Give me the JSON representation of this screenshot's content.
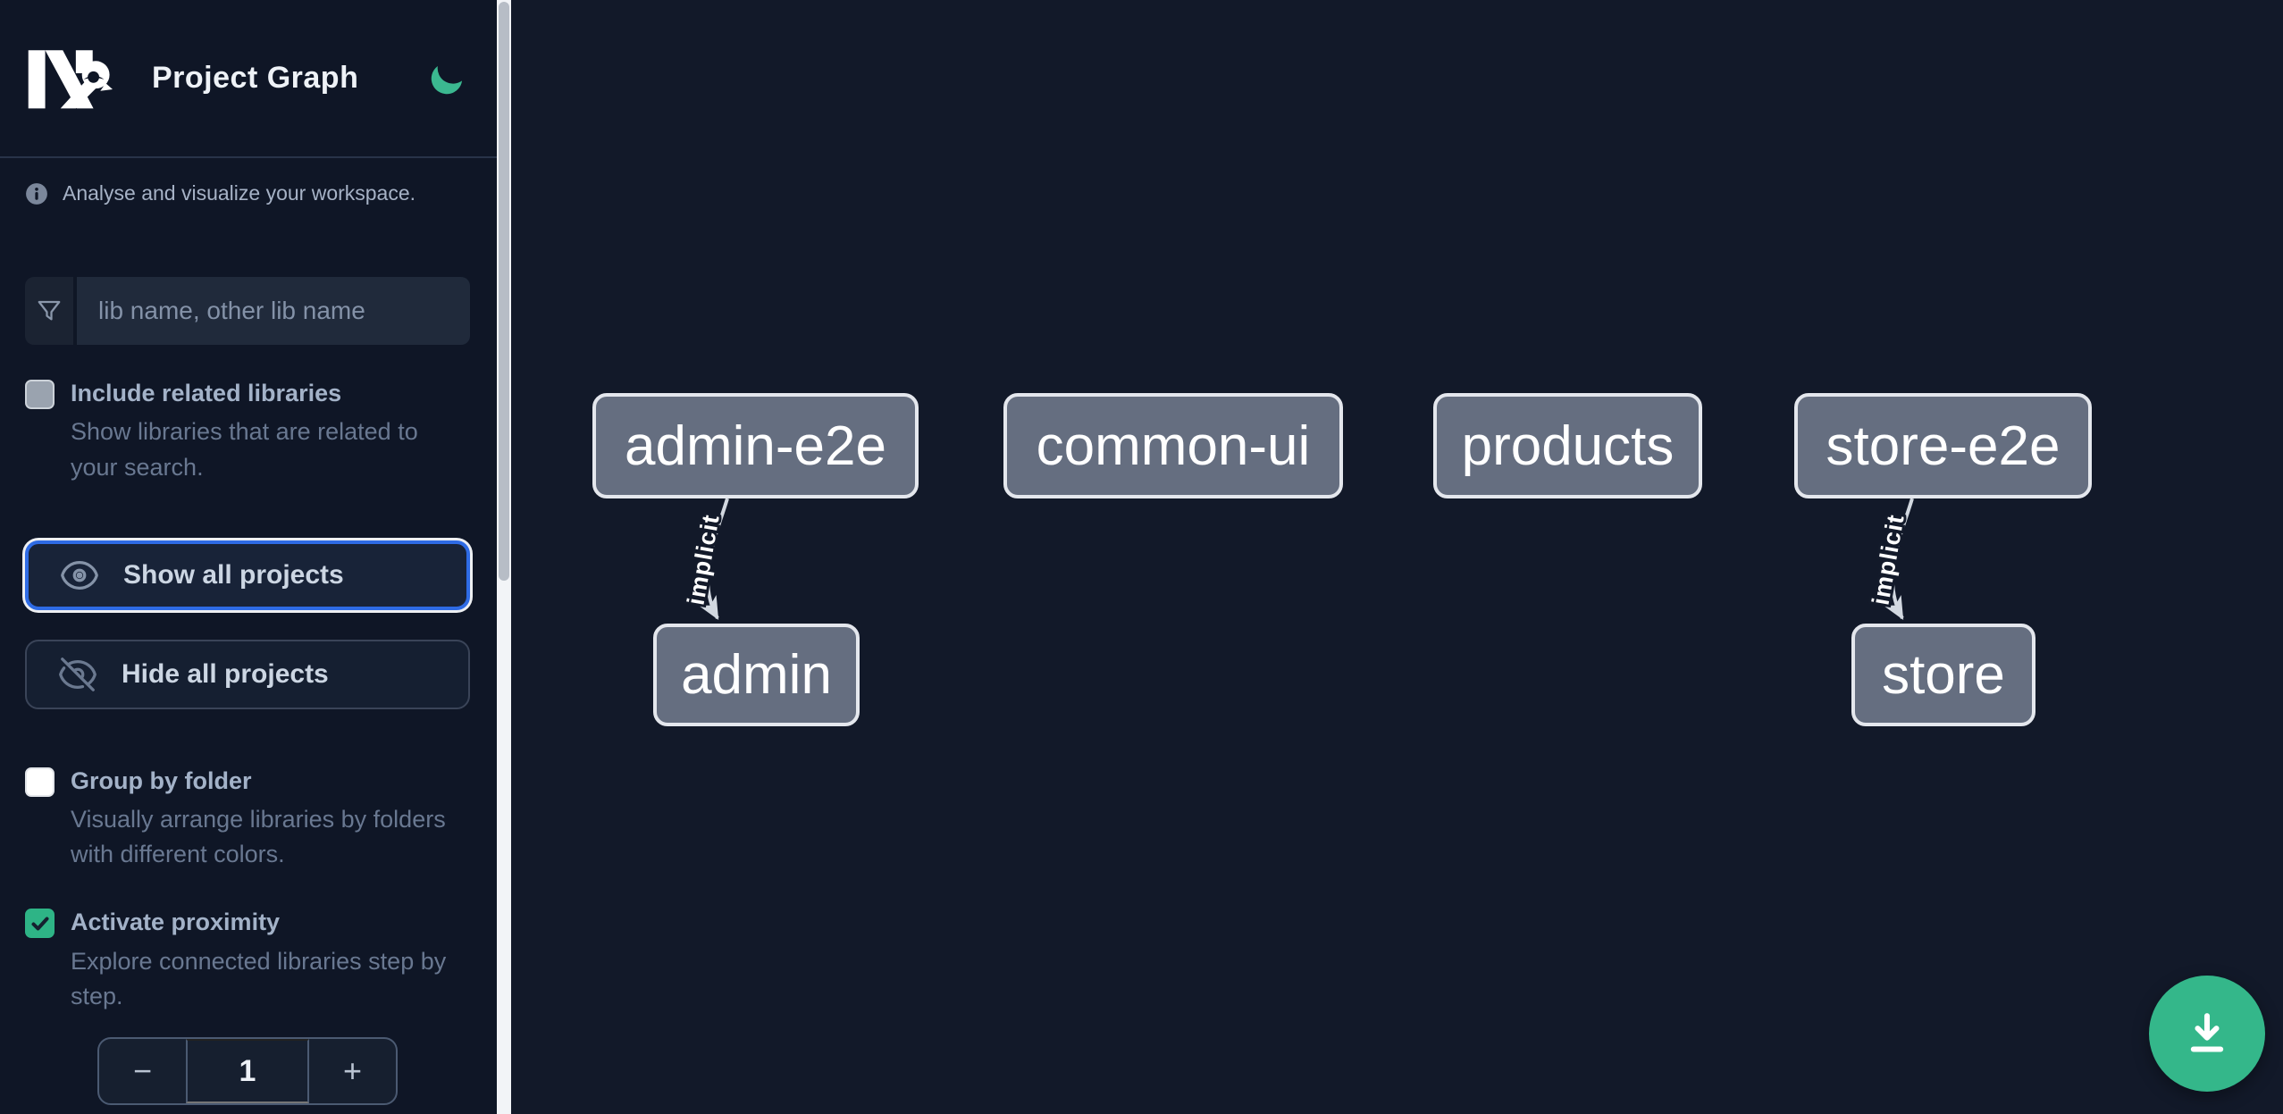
{
  "header": {
    "title": "Project Graph",
    "logo": "nx-logo",
    "theme_icon": "moon-icon"
  },
  "sidebar": {
    "intro_text": "Analyse and visualize your workspace.",
    "filter": {
      "icon": "funnel-icon",
      "placeholder": "lib name, other lib name",
      "value": ""
    },
    "options": [
      {
        "label": "Include related libraries",
        "description": "Show libraries that are related to your search.",
        "checked": false,
        "disabled": true
      },
      {
        "label": "Group by folder",
        "description": "Visually arrange libraries by folders with different colors.",
        "checked": false,
        "disabled": false
      },
      {
        "label": "Activate proximity",
        "description": "Explore connected libraries step by step.",
        "checked": true,
        "disabled": false
      }
    ],
    "buttons": [
      {
        "label": "Show all projects",
        "icon": "eye-icon",
        "focused": true
      },
      {
        "label": "Hide all projects",
        "icon": "eye-slash-icon",
        "focused": false
      }
    ],
    "stepper": {
      "decrement": "−",
      "value": "1",
      "increment": "+"
    }
  },
  "graph": {
    "nodes": [
      {
        "label": "admin-e2e"
      },
      {
        "label": "common-ui"
      },
      {
        "label": "products"
      },
      {
        "label": "store-e2e"
      },
      {
        "label": "admin"
      },
      {
        "label": "store"
      }
    ],
    "edges": [
      {
        "source": "admin-e2e",
        "target": "admin",
        "label": "implicit",
        "type": "implicit"
      },
      {
        "source": "store-e2e",
        "target": "store",
        "label": "implicit",
        "type": "implicit"
      }
    ]
  },
  "fab": {
    "icon": "download-icon"
  },
  "colors": {
    "sidebar_background": "#0f1626",
    "canvas_background": "#121929",
    "accent_green": "#34b78a",
    "focus_blue": "#2e6be5",
    "node_fill": "#656e80",
    "node_border": "#e4e7ed",
    "edge": "#d2d8e0",
    "checkbox_checked": "#2eb486"
  }
}
